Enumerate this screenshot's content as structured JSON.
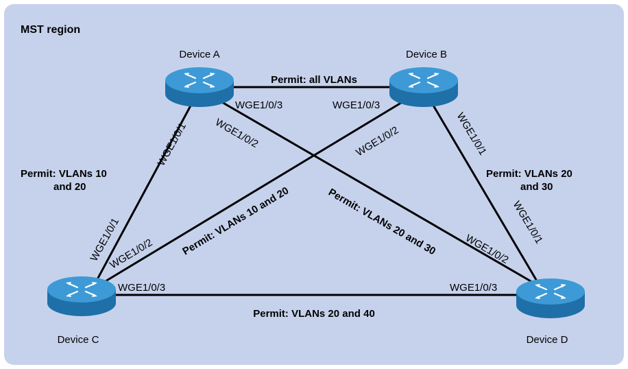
{
  "region": {
    "title": "MST region",
    "fill": "#c6d2ec"
  },
  "colors": {
    "device_top": "#3d9ad6",
    "device_side": "#1f6fa8",
    "link": "#000000"
  },
  "devices": {
    "a": {
      "name": "Device A",
      "icon": "switch-icon"
    },
    "b": {
      "name": "Device B",
      "icon": "switch-icon"
    },
    "c": {
      "name": "Device C",
      "icon": "switch-icon"
    },
    "d": {
      "name": "Device D",
      "icon": "switch-icon"
    }
  },
  "links": {
    "ab": {
      "permit": "Permit: all VLANs",
      "port_a": "WGE1/0/3",
      "port_b": "WGE1/0/3"
    },
    "ac": {
      "permit_line1": "Permit: VLANs 10",
      "permit_line2": "and 20",
      "port_a": "WGE1/0/1",
      "port_c": "WGE1/0/1"
    },
    "ad": {
      "permit": "Permit: VLANs 20 and 30",
      "port_a": "WGE1/0/2",
      "port_d": "WGE1/0/2"
    },
    "bc": {
      "permit": "Permit: VLANs 10 and 20",
      "port_b": "WGE1/0/2",
      "port_c": "WGE1/0/2"
    },
    "bd": {
      "permit_line1": "Permit: VLANs 20",
      "permit_line2": "and 30",
      "port_b": "WGE1/0/1",
      "port_d": "WGE1/0/1"
    },
    "cd": {
      "permit": "Permit: VLANs 20 and 40",
      "port_c": "WGE1/0/3",
      "port_d": "WGE1/0/3"
    }
  }
}
